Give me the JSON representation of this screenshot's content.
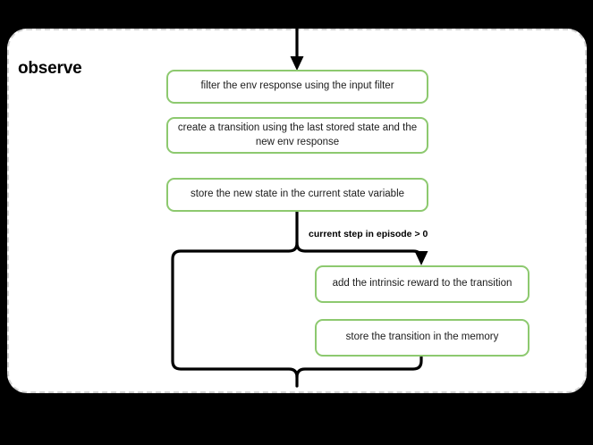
{
  "diagram": {
    "type": "flowchart",
    "background_color": "#000000",
    "panel_color": "#ffffff",
    "node_border_color": "#8dc96f",
    "connector_color": "#000000",
    "panel_border_color": "#d2d2d2",
    "title": "observe"
  },
  "nodes": [
    {
      "id": "filter",
      "label": "filter the env response using the input filter"
    },
    {
      "id": "create",
      "label": "create a transition using the last stored state and the new env response"
    },
    {
      "id": "store_state",
      "label": "store the new state in the current state variable"
    },
    {
      "id": "intrinsic",
      "label": "add the intrinsic reward to the transition"
    },
    {
      "id": "store_trans",
      "label": "store the transition in the memory"
    }
  ],
  "branch": {
    "condition_label": "current step in episode > 0"
  }
}
